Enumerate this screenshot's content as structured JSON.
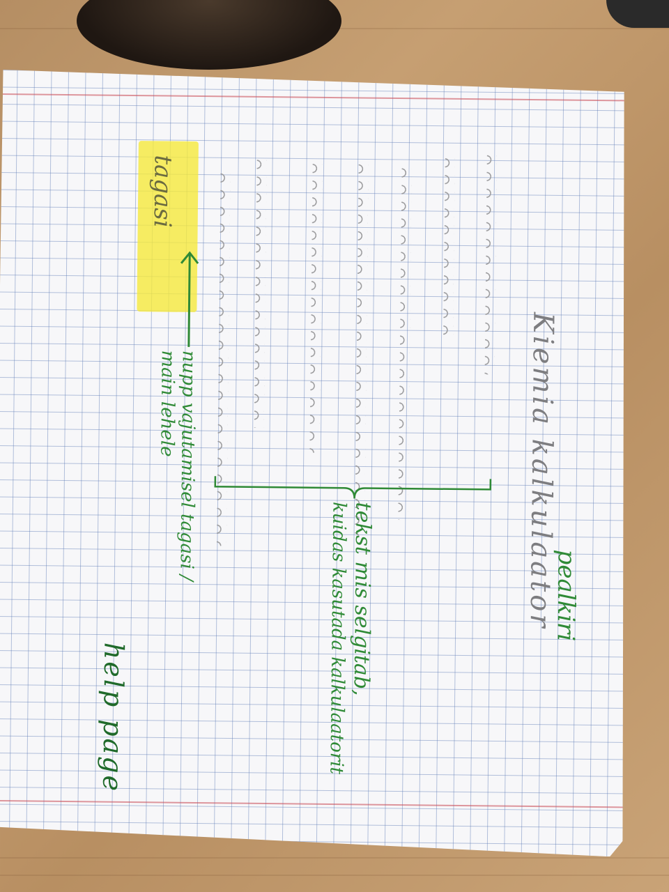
{
  "sketch": {
    "title": "Kiemia kalkulaator",
    "header_note": "pealkiri",
    "highlight_label": "tagasi",
    "arrow_note": "nupp vajutamisel tagasi / main lehele",
    "brace_note_line1": "tekst mis selgitab,",
    "brace_note_line2": "kuidas kasutada kalkulaatorit",
    "page_label": "help page"
  },
  "colors": {
    "ink_green": "#2f8a36",
    "pencil_grey": "#7d7d80",
    "highlighter": "#f5e83c",
    "paper": "#f7f7f9",
    "grid": "#5a78b4",
    "margin": "#c84650"
  }
}
